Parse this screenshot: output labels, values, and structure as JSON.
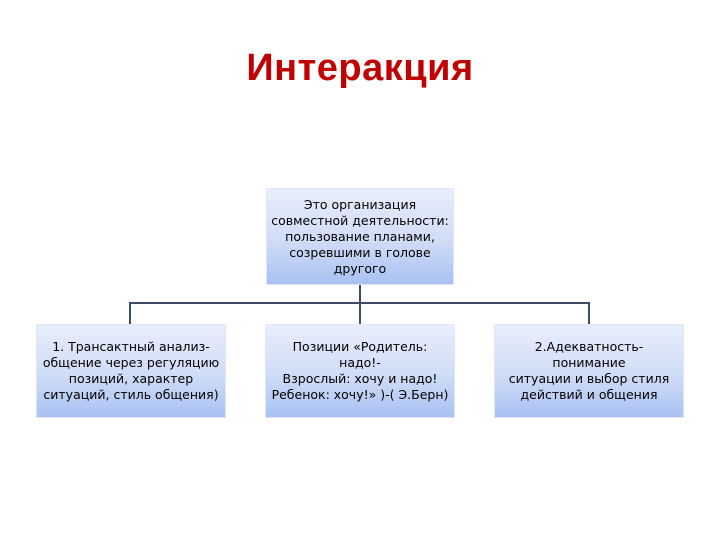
{
  "slide": {
    "title": "Интеракция",
    "title_color": "#c00000"
  },
  "diagram": {
    "root": {
      "text": "Это организация\nсовместной деятельности:\nпользование планами,\nсозревшими в голове\nдругого"
    },
    "children": [
      {
        "text": "1. Трансактный анализ-\nобщение через регуляцию\nпозиций, характер\nситуаций, стиль общения)"
      },
      {
        "text": "Позиции «Родитель: надо!-\nВзрослый: хочу и надо!\nРебенок: хочу!» )-( Э.Берн)"
      },
      {
        "text": "2.Адекватность-понимание\nситуации и  выбор стиля\nдействий и общения"
      }
    ],
    "colors": {
      "box_gradient_top": "#e8eefb",
      "box_gradient_bottom": "#a9c1f2",
      "connector": "#3d4c66",
      "text": "#000000"
    }
  }
}
